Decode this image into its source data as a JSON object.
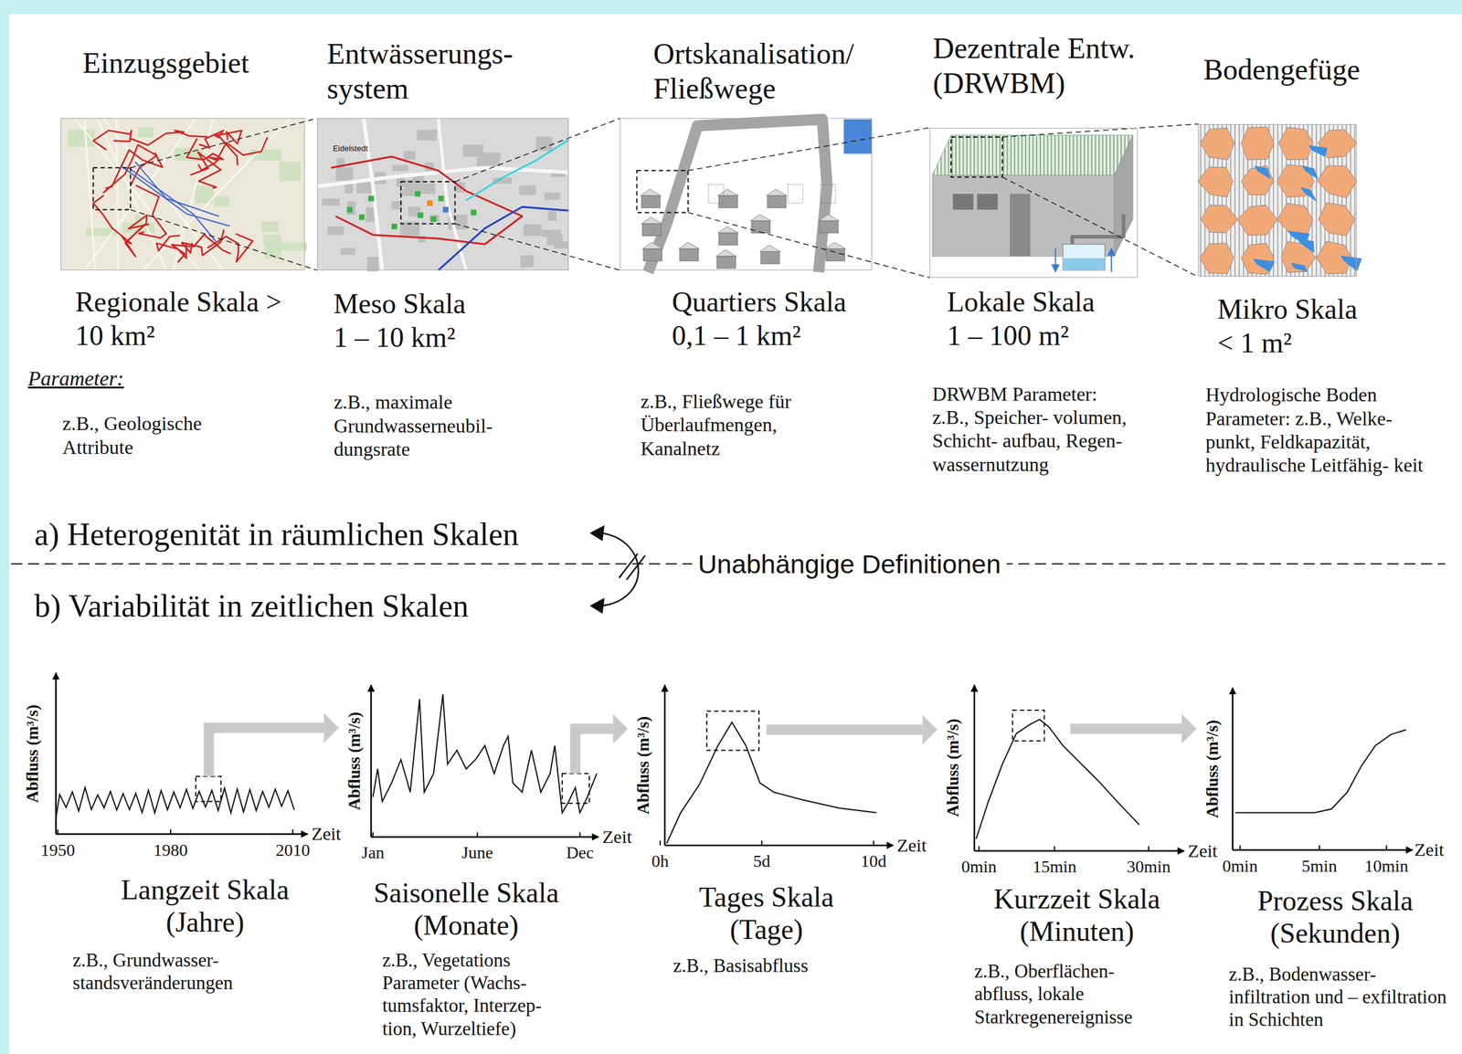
{
  "diagram": {
    "nodes": [
      {
        "text": [
          "Einzugsgebiet",
          "Regionale Skala > 10 km²"
        ]
      },
      {
        "text": [
          "Entwässerungs- system",
          "Meso Skala 1 – 10 km²"
        ]
      },
      {
        "text": [
          "Ortskanalisation/ Fließwege",
          "Quartiers Skala 0,1 – 1 km²"
        ]
      },
      {
        "text": [
          "Dezentrale Entw. (DRWBM)",
          "Lokale Skala 1 – 100 m²"
        ]
      },
      {
        "text": [
          "Bodengefüge",
          "Mikro Skala < 1 m²"
        ]
      },
      {
        "text": [
          "Langzeit Skala (Jahre)"
        ]
      },
      {
        "text": [
          "Saisonelle Skala (Monate)"
        ]
      },
      {
        "text": [
          "Tages Skala (Tage)"
        ]
      },
      {
        "text": [
          "Kurzzeit Skala (Minuten)"
        ]
      },
      {
        "text": [
          "Prozess Skala (Sekunden)"
        ]
      }
    ],
    "edges": [
      {
        "from": 5,
        "to": 6,
        "arrow": "to"
      },
      {
        "from": 6,
        "to": 7,
        "arrow": "to"
      },
      {
        "from": 7,
        "to": 8,
        "arrow": "to"
      },
      {
        "from": 8,
        "to": 9,
        "arrow": "to"
      }
    ],
    "labels": [
      "Eidelstedt",
      "Parameter:",
      "z.B., Geologische Attribute",
      "z.B., maximale Grundwasserneubil- dungsrate",
      "z.B., Fließwege für Überlaufmengen, Kanalnetz",
      "DRWBM Parameter: z.B., Speicher- volumen, Schicht- aufbau, Regen- wassernutzung",
      "Hydrologische Boden Parameter: z.B., Welke- punkt, Feldkapazität, hydraulische Leitfähig- keit",
      "a) Heterogenität in räumlichen Skalen",
      "Unabhängige Definitionen",
      "b) Variabilität in zeitlichen Skalen",
      "Abfluss (m³/s)",
      "Zeit",
      "1950",
      "1980",
      "2010",
      "z.B., Grundwasser- standsveränderungen",
      "Abfluss (m³/s)",
      "Zeit",
      "Jan",
      "June",
      "Dec",
      "z.B., Vegetations Parameter (Wachs- tumsfaktor, Interzep- tion, Wurzeltiefe)",
      "Abfluss (m³/s)",
      "Zeit",
      "0h",
      "5d",
      "10d",
      "z.B., Basisabfluss",
      "Abfluss (m³/s)",
      "Zeit",
      "0min",
      "15min",
      "30min",
      "z.B., Oberflächen- abfluss, lokale Starkregenereignisse",
      "Abfluss (m³/s)",
      "Zeit",
      "0min",
      "5min",
      "10min",
      "z.B., Bodenwasser- infiltration und – exfiltration in Schichten"
    ]
  }
}
